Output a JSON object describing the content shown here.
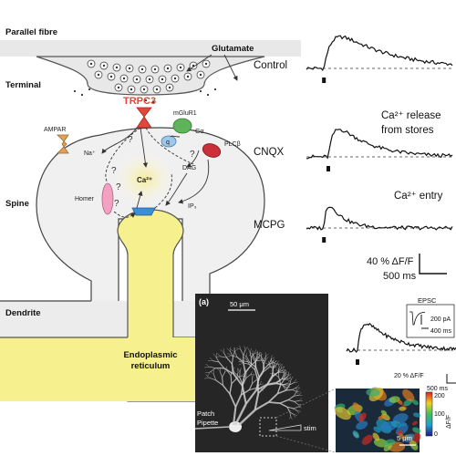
{
  "labels": {
    "parallel_fibre": "Parallel fibre",
    "terminal": "Terminal",
    "spine": "Spine",
    "dendrite": "Dendrite",
    "er_line1": "Endoplasmic",
    "er_line2": "reticulum",
    "glutamate": "Glutamate",
    "trpc3": "TRPC3",
    "ampar": "AMPAR",
    "mglur1": "mGluR1",
    "galpha": "Gα",
    "q": "q",
    "plcbeta": "PLCβ",
    "na": "Na⁺",
    "dag": "DAG",
    "ip3": "IP₃",
    "ca": "Ca²⁺",
    "homer": "Homer",
    "question": "?"
  },
  "traces": {
    "control": "Control",
    "cnqx": "CNQX",
    "mcpg": "MCPG",
    "release_line1": "Ca²⁺ release",
    "release_line2": "from stores",
    "entry": "Ca²⁺ entry",
    "scale_y": "40 % ΔF/F",
    "scale_x": "500 ms"
  },
  "inset": {
    "panel_label": "(a)",
    "scale_image": "50 μm",
    "patch_line1": "Patch",
    "patch_line2": "Pipette",
    "stim": "stim",
    "epsc": "EPSC",
    "epsc_amp": "200 pA",
    "epsc_time": "400 ms",
    "scale_y": "20 % ΔF/F",
    "scale_x": "500 ms",
    "cbar_max": "200",
    "cbar_mid": "100",
    "cbar_min": "0",
    "cbar_unit": "ΔF/F",
    "scale_zoom": "5 μm"
  },
  "colors": {
    "trpc3": "#e0483a",
    "dendrite_fill": "#f7f08e",
    "spine_fill": "#f0f0f0",
    "mglur1": "#5fb35a",
    "galpha": "#9ec7e8",
    "plc": "#cc2f3a",
    "homer": "#f2a2c0",
    "ampar": "#e0a25a",
    "ip3r": "#3a8fd6",
    "ca_glow": "#f7f0b0"
  }
}
